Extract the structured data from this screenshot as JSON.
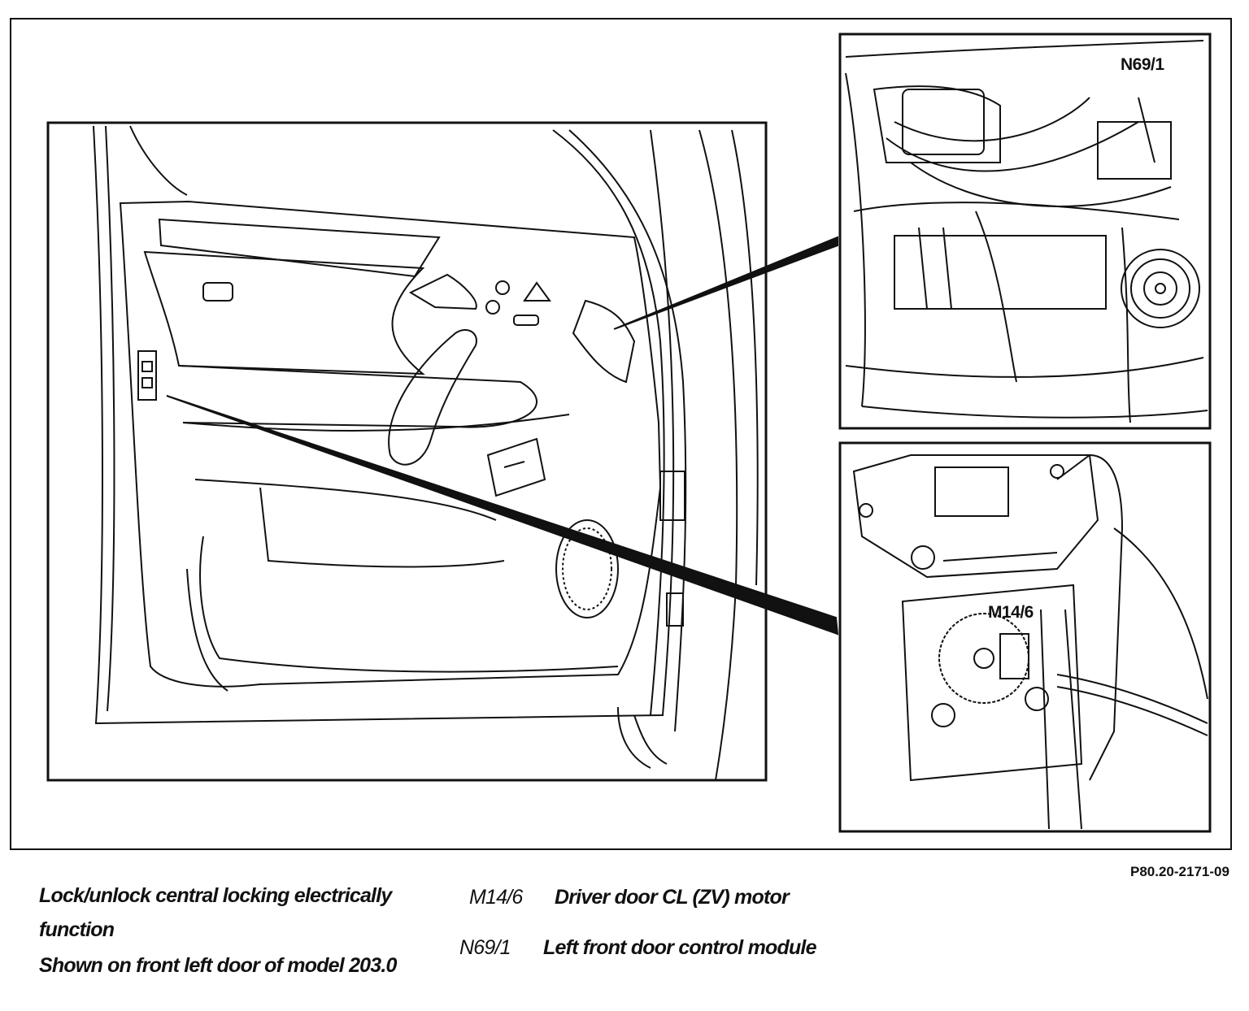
{
  "callouts": {
    "upper_inset": "N69/1",
    "lower_inset": "M14/6"
  },
  "figure_id": "P80.20-2171-09",
  "caption": {
    "line1": "Lock/unlock central locking electrically",
    "line2": "function",
    "line3": "Shown on front left door of model 203.0"
  },
  "legend": [
    {
      "code": "M14/6",
      "description": "Driver door CL (ZV) motor"
    },
    {
      "code": "N69/1",
      "description": "Left front door control module"
    }
  ],
  "colors": {
    "ink": "#111111",
    "paper": "#ffffff"
  }
}
